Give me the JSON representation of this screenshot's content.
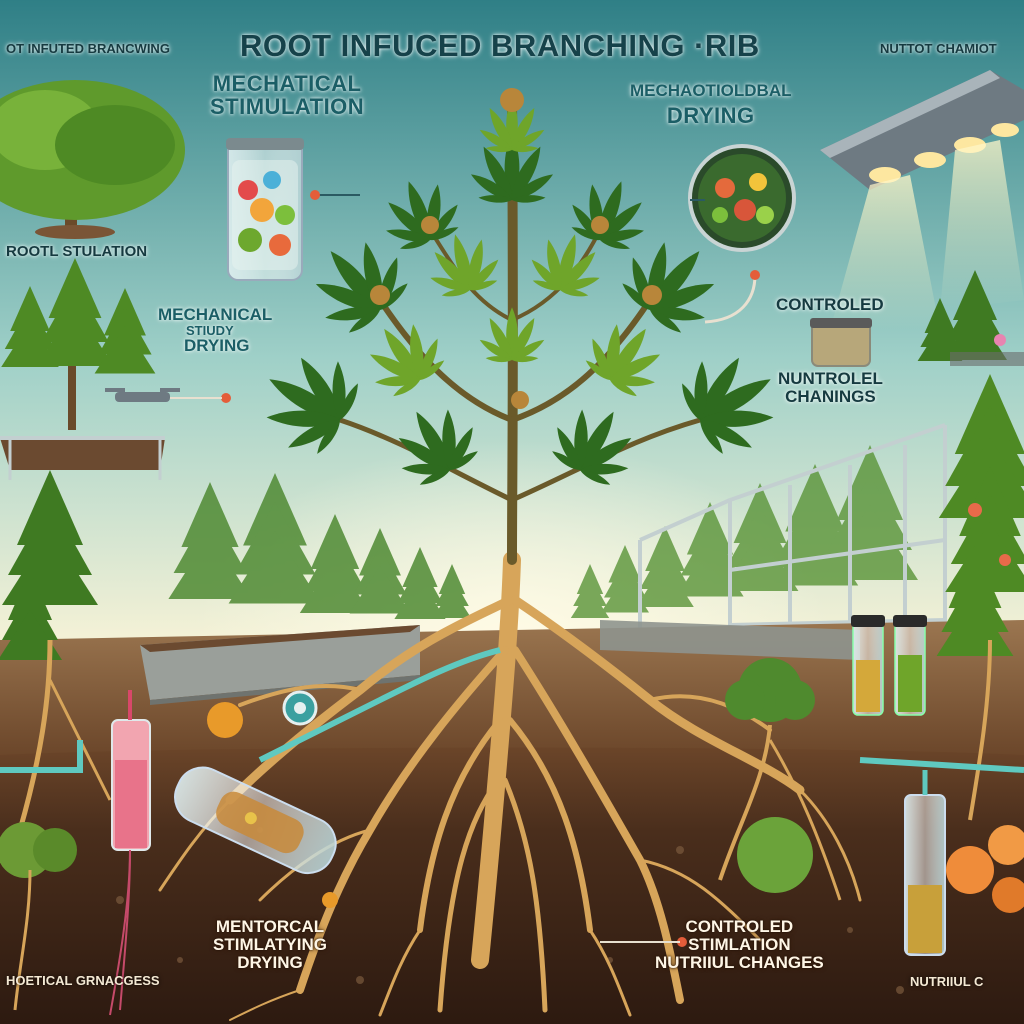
{
  "title": "ROOT INFUCED BRANCHING ·RIB",
  "labels": {
    "top_left": "OT INFUTED BRANCWING",
    "top_right": "NUTTOT CHAMIOT",
    "mech_stim_top_line1": "MECHATICAL",
    "mech_stim_top_line2": "STIMULATION",
    "mech_drying_top_line1": "MECHAOTIOLDBAL",
    "mech_drying_top_line2": "DRYING",
    "root_stulation": "ROOTL STULATION",
    "mechanical_left_line1": "MECHANICAL",
    "mechanical_left_line2": "STIUDY",
    "mechanical_left_line3": "DRYING",
    "controled_right": "CONTROLED",
    "nutrolel_line1": "NUNTROLEL",
    "nutrolel_line2": "CHANINGS",
    "bottom_mid_line1": "MENTORCAL",
    "bottom_mid_line2": "STIMLATYING",
    "bottom_mid_line3": "DRYING",
    "bottom_right_line1": "CONTROLED",
    "bottom_right_line2": "STIMLATION",
    "bottom_right_line3": "NUTRIIUL CHANGES",
    "bottom_left": "HOETICAL GRNACGESS",
    "bottom_far_right": "NUTRIIUL C"
  },
  "colors": {
    "sky_top": "#2f7f86",
    "sky_mid": "#9fd0c8",
    "sky_horizon": "#f3f1d6",
    "soil_dark": "#3b2417",
    "soil_mid": "#5c3a22",
    "ground": "#7a5536",
    "leaf_dark": "#2e6b1f",
    "leaf_light": "#6fa52a",
    "root": "#d7a55a",
    "title_text": "#16424a"
  },
  "icons": [
    "tree-icon",
    "jar-icon",
    "bowl-icon",
    "grow-lamp-icon",
    "tube-icon",
    "vial-icon",
    "trellis-icon",
    "drone-icon"
  ]
}
